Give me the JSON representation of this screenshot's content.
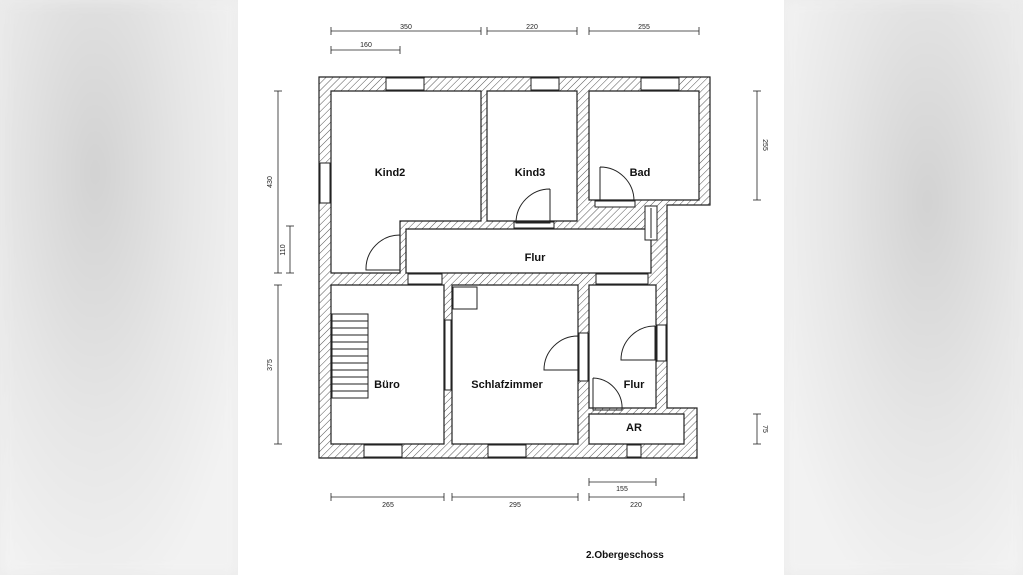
{
  "plan": {
    "title": "2.Obergeschoss",
    "rooms": {
      "kind2": "Kind2",
      "kind3": "Kind3",
      "bad": "Bad",
      "flur_upper": "Flur",
      "buero": "Büro",
      "schlafzimmer": "Schlafzimmer",
      "flur_lower": "Flur",
      "ar": "AR"
    },
    "dimensions": {
      "top_350": "350",
      "top_220": "220",
      "top_255": "255",
      "top_160": "160",
      "left_430": "430",
      "left_110": "110",
      "left_375": "375",
      "right_255": "255",
      "right_75": "75",
      "bottom_265": "265",
      "bottom_295": "295",
      "bottom_155": "155",
      "bottom_220": "220"
    }
  },
  "colors": {
    "wall_line": "#222222",
    "hatch": "#555555",
    "page": "#ffffff",
    "background": "#ececec"
  }
}
